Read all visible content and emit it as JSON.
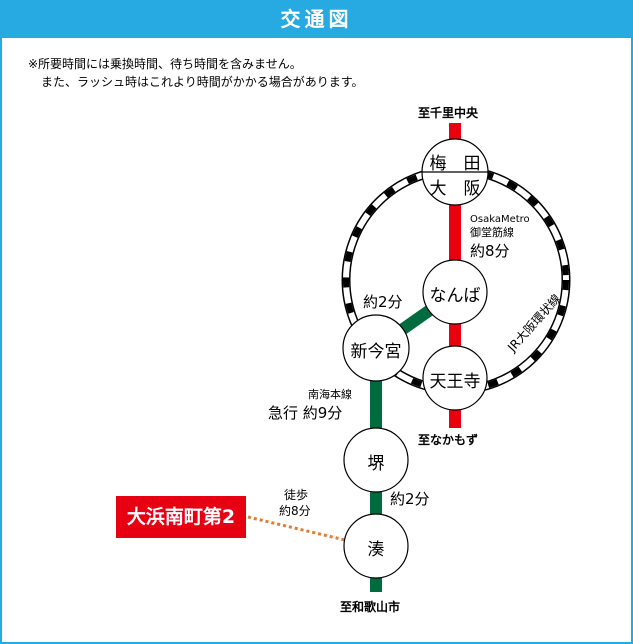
{
  "title": "交通図",
  "notes": [
    "※所要時間には乗換時間、待ち時間を含みません。",
    "また、ラッシュ時はこれより時間がかかる場合があります。"
  ],
  "destinations": {
    "north": "至千里中央",
    "south_metro": "至なかもず",
    "south_nankai": "至和歌山市"
  },
  "stations": {
    "umeda_top": "梅　田",
    "umeda_bottom": "大　阪",
    "namba": "なんば",
    "shinimamiya": "新今宮",
    "tennoji": "天王寺",
    "sakai": "堺",
    "minato": "湊"
  },
  "lines": {
    "metro_name": "OsakaMetro",
    "metro_line": "御堂筋線",
    "metro_time": "約8分",
    "transfer_time": "約2分",
    "nankai_line": "南海本線",
    "nankai_time": "急行 約9分",
    "sakai_minato_time": "約2分",
    "jr_loop": "JR大阪環状線",
    "walk_label": "徒歩",
    "walk_time": "約8分"
  },
  "hotel": "大浜南町第2",
  "colors": {
    "header": "#27a9e1",
    "metro": "#e60012",
    "nankai": "#006b3f",
    "walk": "#e8792d",
    "hotel": "#e60012"
  }
}
